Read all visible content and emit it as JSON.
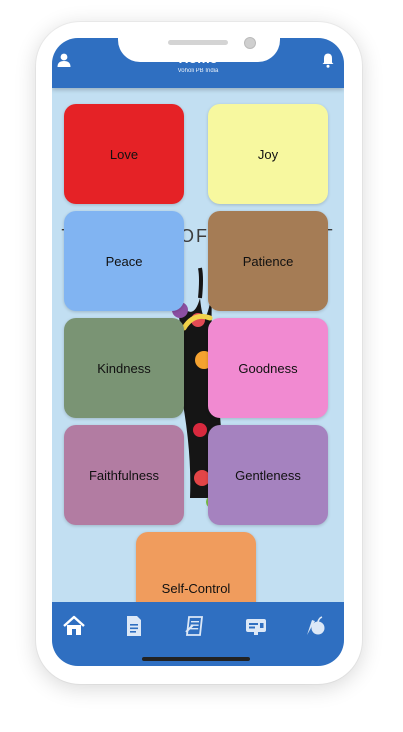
{
  "header": {
    "title": "Home",
    "subtitle": "Voholi PB India"
  },
  "icons": {
    "profile": "person-icon",
    "notification": "bell-icon"
  },
  "background_text": "THE FRUIT OF THE SPIRIT",
  "fruits": [
    {
      "label": "Love",
      "color": "#e52226"
    },
    {
      "label": "Joy",
      "color": "#f7f89f"
    },
    {
      "label": "Peace",
      "color": "#81b4f2"
    },
    {
      "label": "Patience",
      "color": "#a57c55"
    },
    {
      "label": "Kindness",
      "color": "#7a9474"
    },
    {
      "label": "Goodness",
      "color": "#f18ad1"
    },
    {
      "label": "Faithfulness",
      "color": "#b27ca2"
    },
    {
      "label": "Gentleness",
      "color": "#a582bf"
    },
    {
      "label": "Self-Control",
      "color": "#f09c5d"
    }
  ],
  "bottom_nav": [
    {
      "name": "home",
      "icon": "home-icon",
      "active": true
    },
    {
      "name": "document",
      "icon": "document-icon",
      "active": false
    },
    {
      "name": "notes",
      "icon": "notes-icon",
      "active": false
    },
    {
      "name": "id-card",
      "icon": "id-card-icon",
      "active": false
    },
    {
      "name": "fruits",
      "icon": "fruits-icon",
      "active": false
    }
  ],
  "colors": {
    "header": "#2f6fc1",
    "screen_bg": "#c2dff2"
  }
}
